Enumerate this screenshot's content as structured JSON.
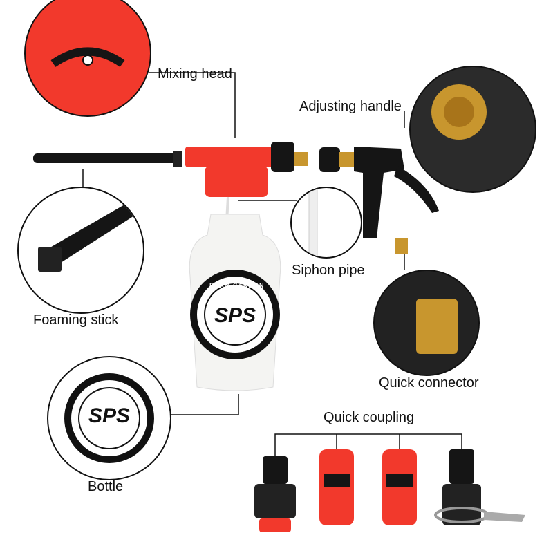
{
  "labels": {
    "mixing_head": "Mixing head",
    "adjusting_handle": "Adjusting handle",
    "siphon_pipe": "Siphon pipe",
    "foaming_stick": "Foaming stick",
    "quick_connector": "Quick connector",
    "bottle": "Bottle",
    "quick_coupling": "Quick coupling"
  },
  "logo": {
    "brand": "SPS",
    "ring_text": "FOAM CANNON"
  },
  "colors": {
    "red": "#f2392c",
    "black": "#151515",
    "brass": "#c8962e",
    "bottle": "#f4f4f2"
  }
}
